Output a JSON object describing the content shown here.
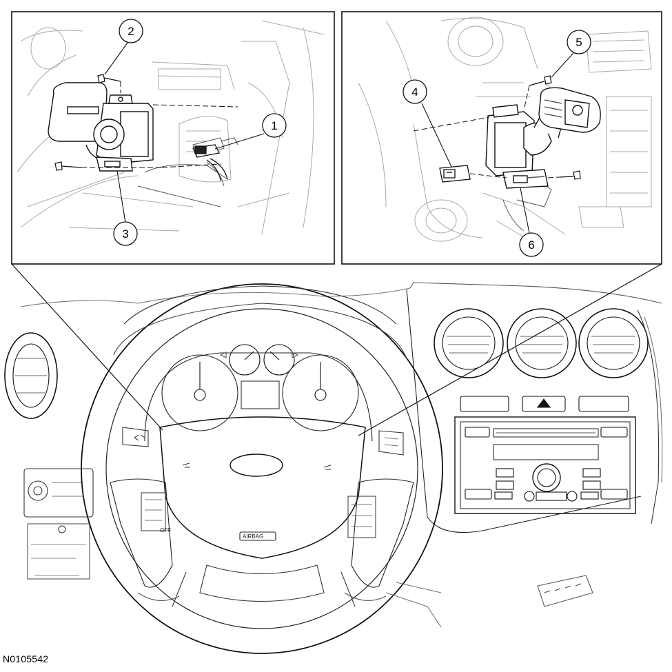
{
  "figure_id": "N0105542",
  "callouts": [
    "1",
    "2",
    "3",
    "4",
    "5",
    "6"
  ],
  "airbag_label": "AIRBAG",
  "switch_labels": {
    "off": "OFF"
  }
}
